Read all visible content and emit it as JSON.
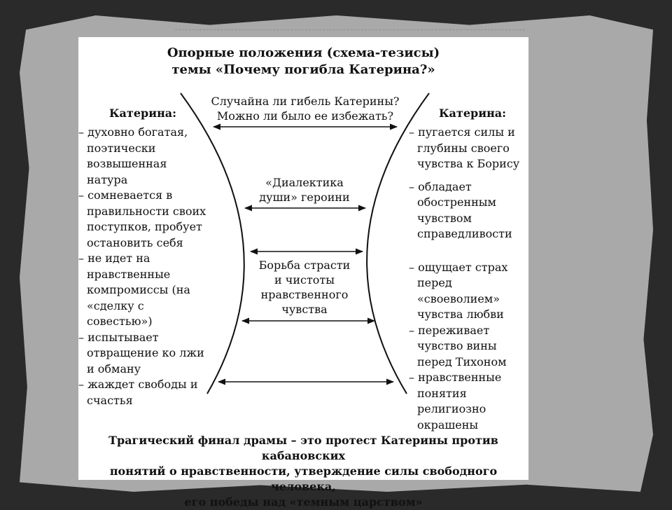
{
  "title": {
    "line1": "Опорные положения (схема-тезисы)",
    "line2": "темы «Почему погибла Катерина?»"
  },
  "left": {
    "heading": "Катерина:",
    "items": [
      "– духовно богатая, поэтически возвышенная натура",
      "– сомневается в правильности своих поступков, пробует остановить себя",
      "– не идет на нравственные компромиссы (на «сделку с совестью»)",
      "– испытывает отвращение ко лжи и обману",
      "– жаждет свободы и счастья"
    ]
  },
  "right": {
    "heading": "Катерина:",
    "items": [
      "– пугается силы и глубины своего чувства к Борису",
      "– обладает обостренным чувством справедливости",
      "– ощущает страх перед «своеволием» чувства любви",
      "– переживает чувство вины перед Тихоном",
      "– нравственные понятия религиозно окрашены"
    ]
  },
  "center": {
    "question_line1": "Случайна ли гибель Катерины?",
    "question_line2": "Можно ли было ее избежать?",
    "dialectics_line1": "«Диалектика",
    "dialectics_line2": "души» героини",
    "struggle_line1": "Борьба страсти",
    "struggle_line2": "и чистоты",
    "struggle_line3": "нравственного",
    "struggle_line4": "чувства"
  },
  "footer": {
    "line1": "Трагический финал драмы – это протест Катерины против кабановских",
    "line2": "понятий о нравственности, утверждение силы свободного человека,",
    "line3": "его победы над «темным царством»"
  }
}
